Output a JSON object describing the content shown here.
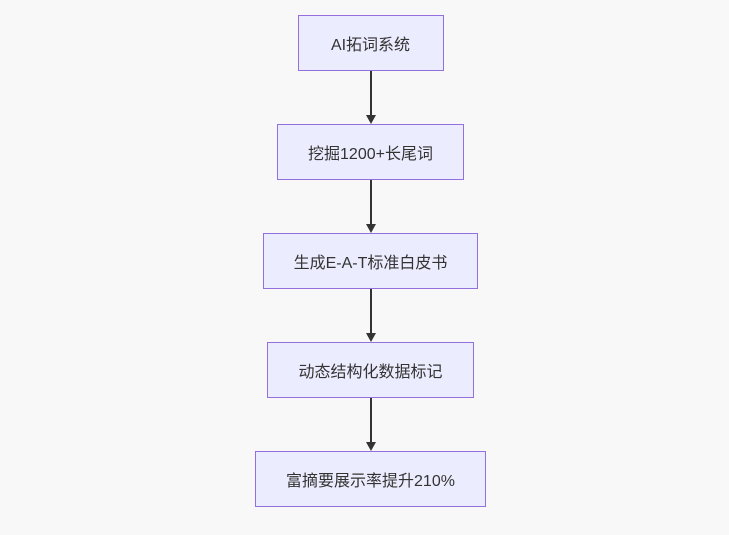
{
  "background": "#f8f8f8",
  "flowchart": {
    "type": "vertical-flowchart",
    "node_fill": "#ECECFF",
    "node_border": "#9370DB",
    "arrow_color": "#333333",
    "text_color": "#333333",
    "nodes": [
      {
        "label": "AI拓词系统"
      },
      {
        "label": "挖掘1200+长尾词"
      },
      {
        "label": "生成E-A-T标准白皮书"
      },
      {
        "label": "动态结构化数据标记"
      },
      {
        "label": "富摘要展示率提升210%"
      }
    ]
  }
}
